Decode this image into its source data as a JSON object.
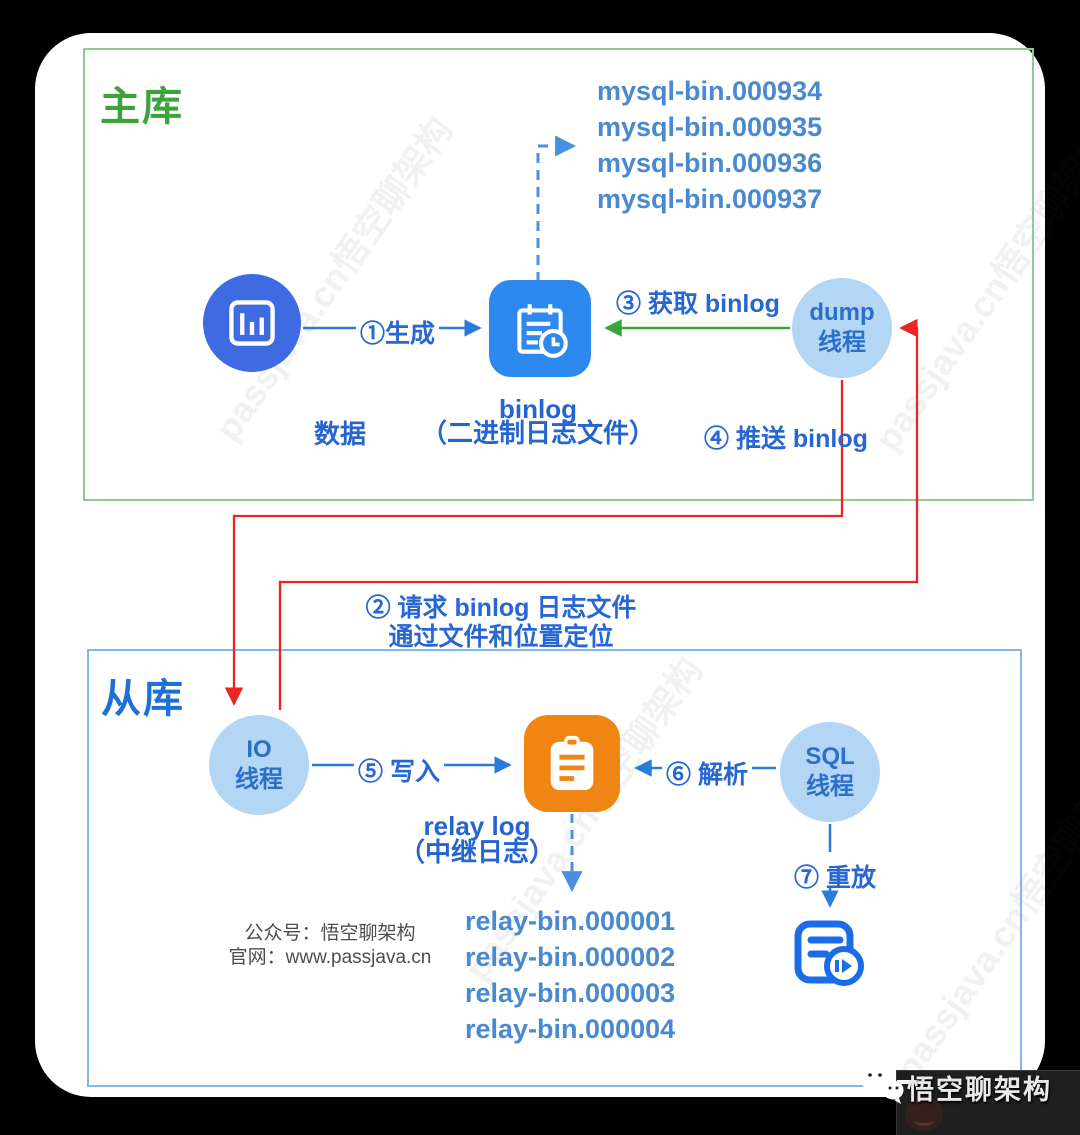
{
  "master_section": {
    "title": "主库",
    "binlog_files": [
      "mysql-bin.000934",
      "mysql-bin.000935",
      "mysql-bin.000936",
      "mysql-bin.000937"
    ],
    "nodes": {
      "data": {
        "label": "数据"
      },
      "binlog": {
        "label": "binlog",
        "sublabel": "（二进制日志文件）"
      },
      "dump_thread": {
        "line1": "dump",
        "line2": "线程"
      }
    },
    "steps": {
      "generate": "①生成",
      "fetch_binlog": "③ 获取 binlog",
      "push_binlog": "④ 推送 binlog"
    }
  },
  "request_label": {
    "line1": "② 请求 binlog 日志文件",
    "line2": "通过文件和位置定位"
  },
  "slave_section": {
    "title": "从库",
    "relay_files": [
      "relay-bin.000001",
      "relay-bin.000002",
      "relay-bin.000003",
      "relay-bin.000004"
    ],
    "nodes": {
      "io_thread": {
        "line1": "IO",
        "line2": "线程"
      },
      "relay_log": {
        "label": "relay log",
        "sublabel": "（中继日志）"
      },
      "sql_thread": {
        "line1": "SQL",
        "line2": "线程"
      }
    },
    "steps": {
      "write": "⑤ 写入",
      "parse": "⑥ 解析",
      "replay": "⑦ 重放"
    },
    "footer": {
      "account": "公众号：悟空聊架构",
      "site": "官网：www.passjava.cn"
    }
  },
  "watermark_text": "passjava.cn悟空聊架构",
  "brand": {
    "logo_text": "悟空聊架构"
  },
  "colors": {
    "master_border": "#8ecb8e",
    "master_title": "#3aa33a",
    "slave_border": "#82b7ec",
    "slave_title": "#1e70d6",
    "data_node": "#3e6be2",
    "binlog_node": "#2e89ee",
    "relay_node": "#f08514",
    "thread_circle": "#b2d6f4",
    "arrow_blue": "#2b7cd9",
    "arrow_green": "#3aa33a",
    "arrow_red": "#ee2323",
    "list_text": "#4889d1"
  }
}
